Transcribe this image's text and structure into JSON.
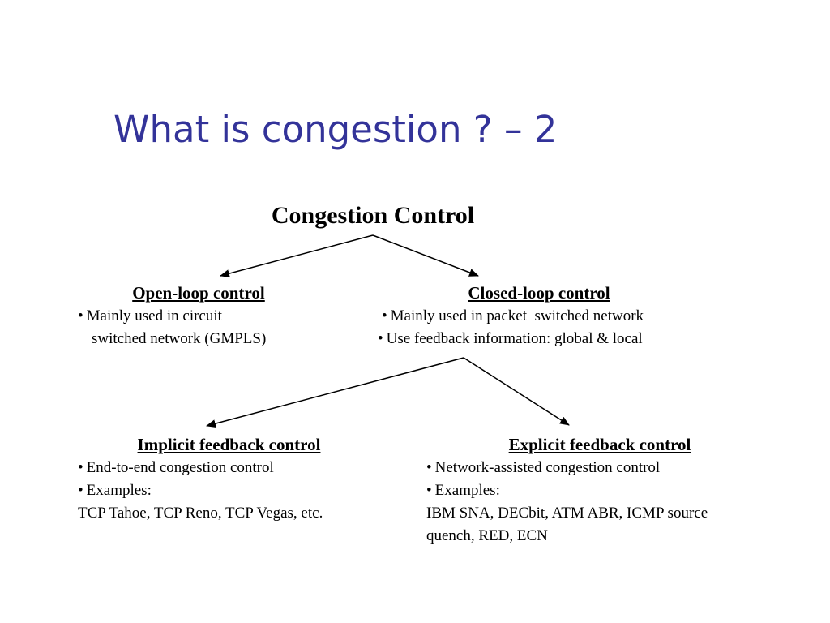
{
  "slide": {
    "title": "What is congestion ? – 2"
  },
  "diagram": {
    "root": "Congestion Control",
    "bullet": "•",
    "open_loop": {
      "heading": "Open-loop control",
      "bullet_1": "Mainly used in circuit",
      "bullet_1_cont": "switched network (GMPLS)"
    },
    "closed_loop": {
      "heading": "Closed-loop control",
      "bullet_1": "Mainly used in packet  switched network",
      "bullet_2": "Use feedback information: global & local"
    },
    "implicit": {
      "heading": "Implicit feedback control",
      "bullet_1": "End-to-end congestion control",
      "bullet_2": "Examples:",
      "examples": "TCP Tahoe, TCP Reno, TCP Vegas, etc."
    },
    "explicit": {
      "heading": "Explicit feedback control",
      "bullet_1": "Network-assisted congestion control",
      "bullet_2": "Examples:",
      "examples_line_1": "IBM SNA, DECbit, ATM ABR, ICMP source",
      "examples_line_2": "quench, RED, ECN"
    }
  }
}
